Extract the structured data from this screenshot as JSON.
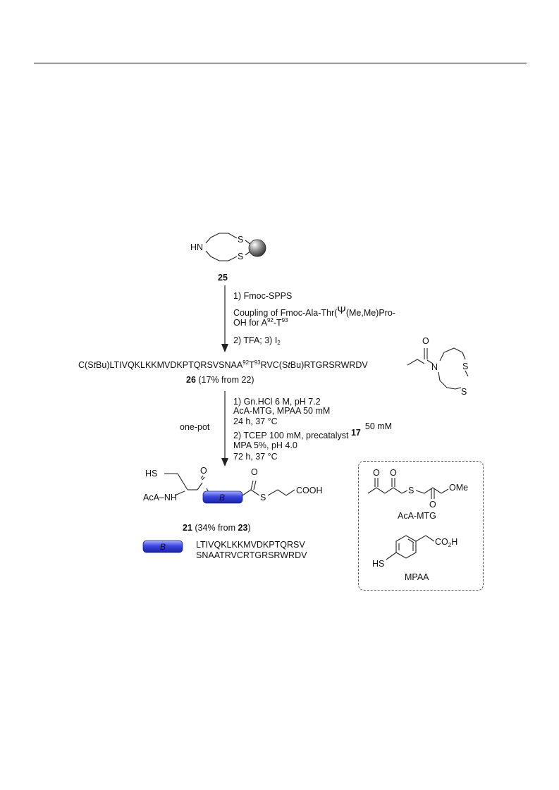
{
  "compounds": {
    "c25": "25",
    "c26": "26",
    "c26_yield": "(17% from 22)",
    "c21": "21",
    "c21_yield_pre": "(34% from ",
    "c21_yield_num": "23",
    "c21_yield_post": ")",
    "c17": "17"
  },
  "resin": {
    "hn": "HN",
    "s1": "S",
    "s2": "S"
  },
  "step1": {
    "line1": "1) Fmoc-SPPS",
    "line2_pre": "Coupling of Fmoc-Ala-Thr(",
    "psi": "Ψ",
    "line2_post": "(Me,Me)Pro-",
    "line3_pre": "OH for A",
    "sup92": "92",
    "dash": "-T",
    "sup93": "93",
    "line4_pre": "2) TFA; 3) I",
    "sub2": "2"
  },
  "peptide26": {
    "part1": "C(S",
    "tbu1": "t",
    "part2": "Bu)LTIVQKLKKMVDKPTQRSVSNAA",
    "sup92": "92",
    "part3": "T",
    "sup93": "93",
    "part4": "RVC(S",
    "tbu2": "t",
    "part5": "Bu)RTGRSRWRDV",
    "o": "O",
    "n": "N",
    "s1": "S",
    "s2": "S"
  },
  "step2": {
    "onepot": "one-pot",
    "l1": "1) Gn.HCl 6 M, pH 7.2",
    "l2": "AcA-MTG, MPAA 50 mM",
    "l3": "24 h, 37 °C",
    "l4_pre": "2) TCEP 100 mM, precatalyst ",
    "l4_post": "50 mM",
    "l5": "MPA 5%, pH 4.0",
    "l6": "72 h, 37 °C"
  },
  "product21": {
    "hs": "HS",
    "o1": "O",
    "o2": "O",
    "aca_nh": "AcA–NH",
    "block": "B",
    "s": "S",
    "cooh": "COOH"
  },
  "legend_seq": {
    "block": "B",
    "line1": "LTIVQKLKKMVDKPTQRSV",
    "line2": "SNAATRVCRTGRSRWRDV"
  },
  "box": {
    "o1": "O",
    "o2": "O",
    "o3": "O",
    "s": "S",
    "ome": "OMe",
    "label1": "AcA-MTG",
    "hs": "HS",
    "co2h_pre": "CO",
    "co2h_sub": "2",
    "co2h_post": "H",
    "label2": "MPAA"
  },
  "colors": {
    "block_blue": "#3a46e0",
    "text": "#111111",
    "box_border": "#555555"
  }
}
